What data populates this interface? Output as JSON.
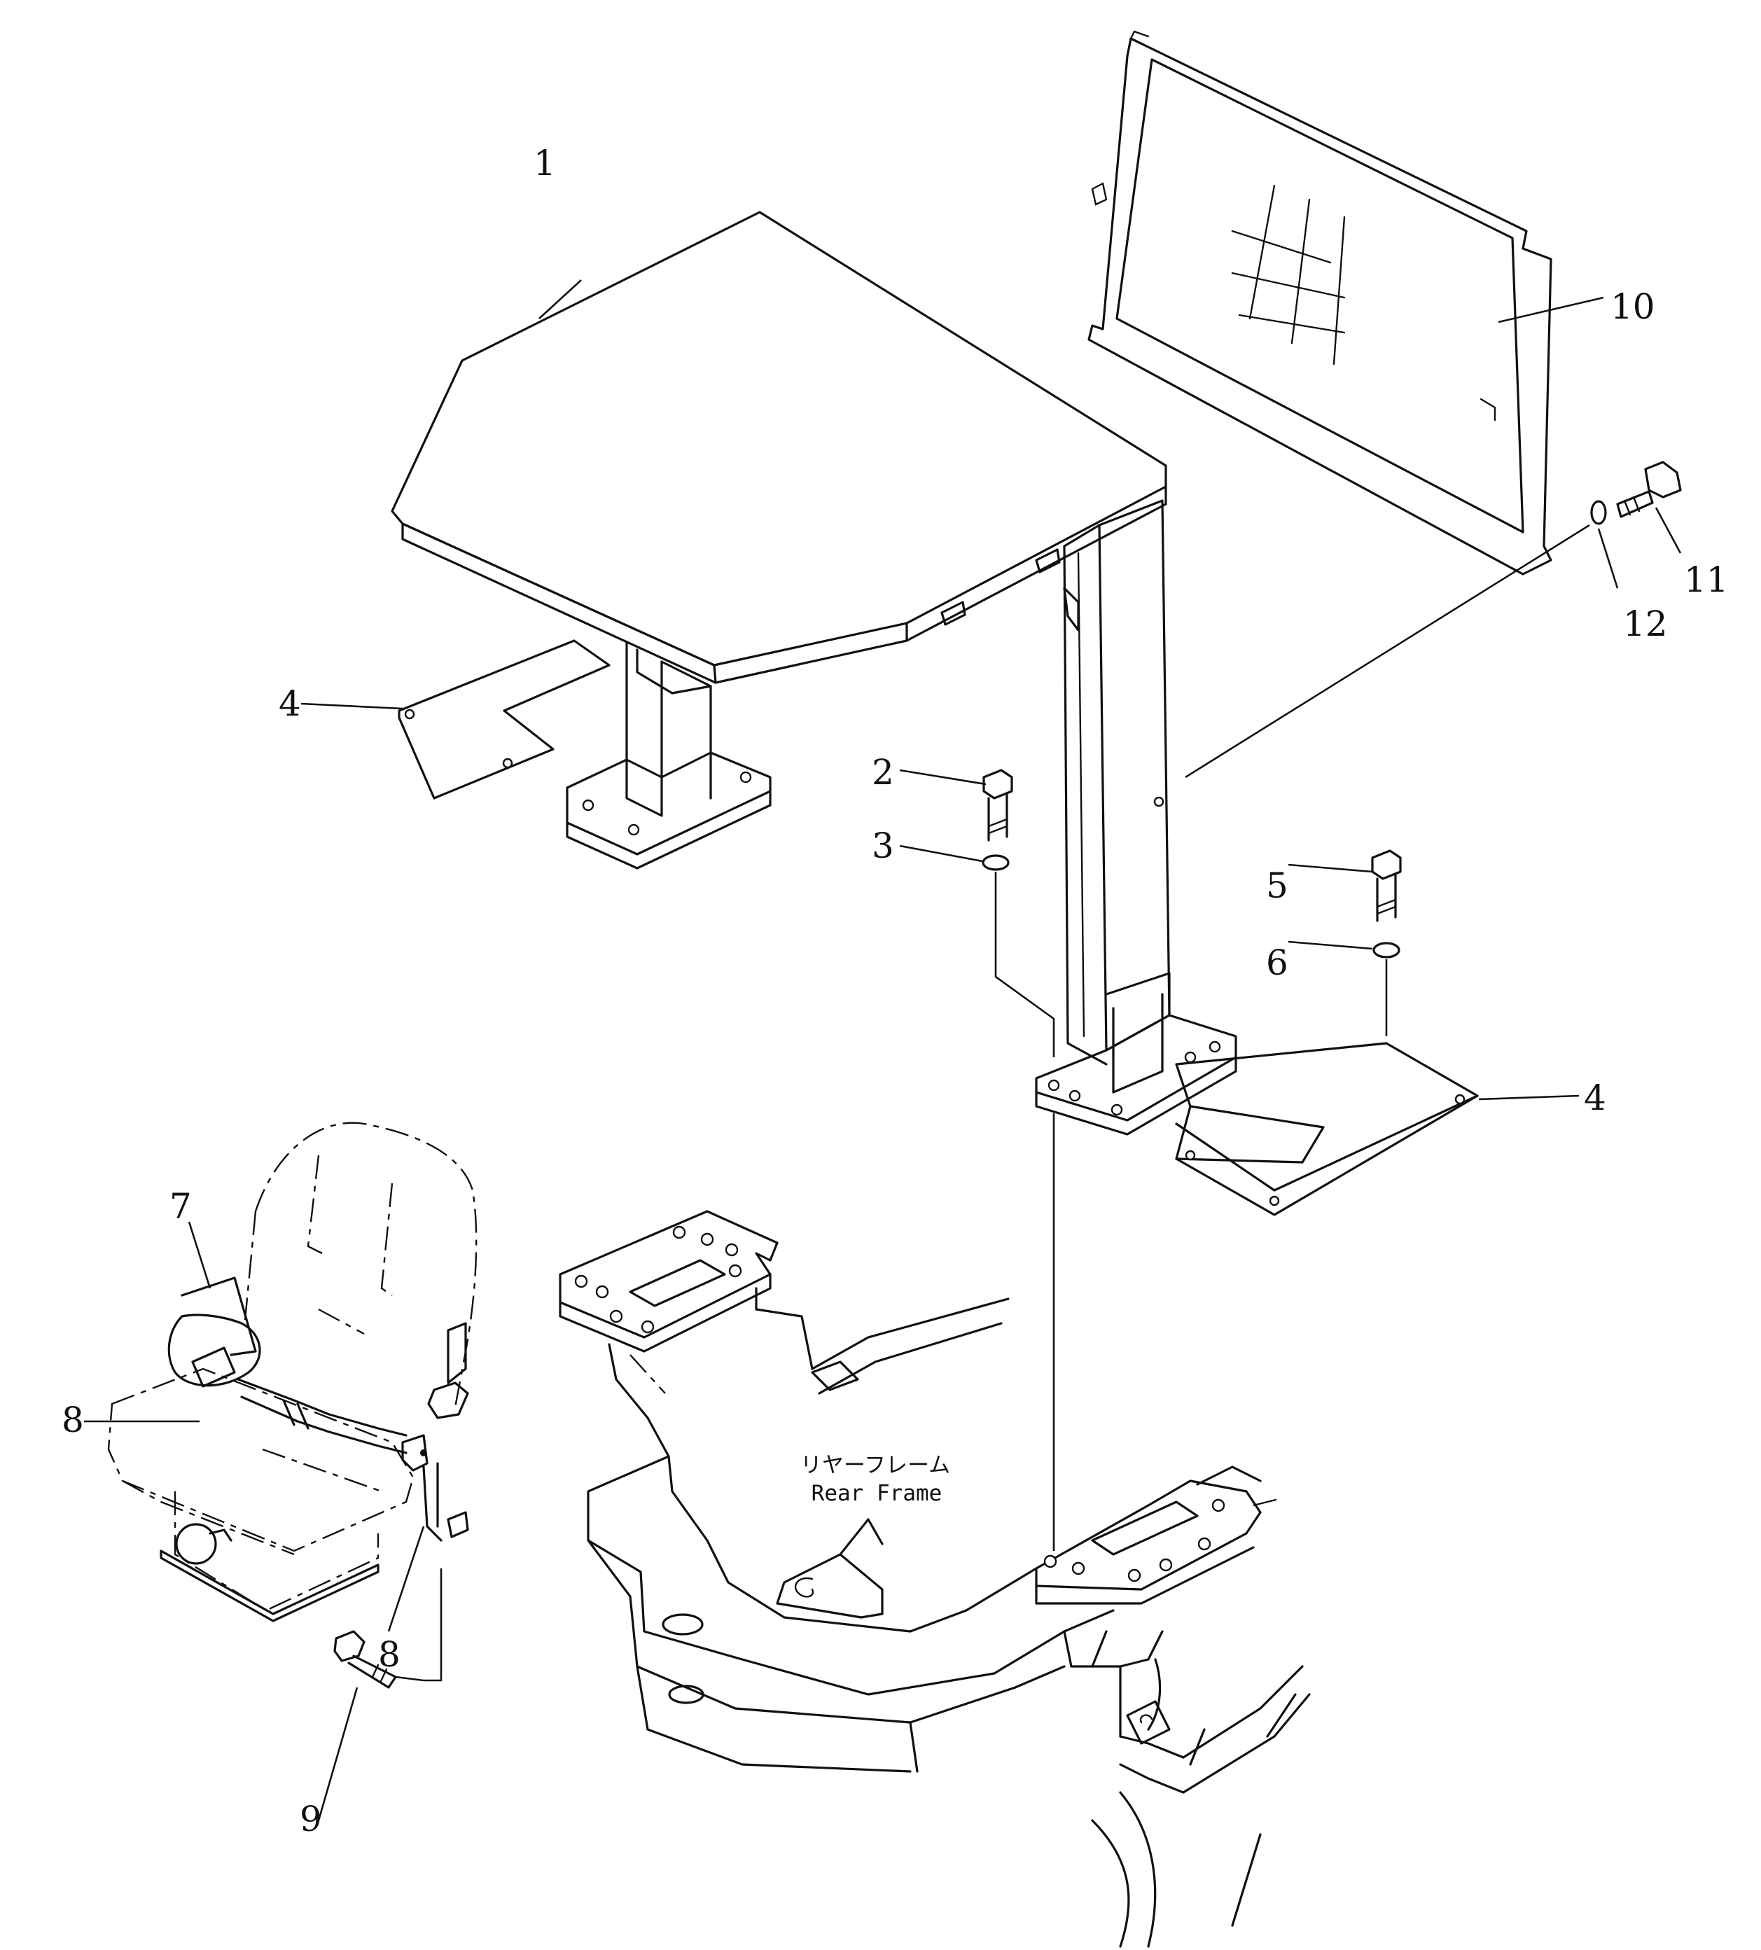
{
  "diagram": {
    "frame_label_jp": "リヤーフレーム",
    "frame_label_en": "Rear Frame",
    "callouts": [
      {
        "id": "c1",
        "text": "1"
      },
      {
        "id": "c2",
        "text": "2"
      },
      {
        "id": "c3",
        "text": "3"
      },
      {
        "id": "c4a",
        "text": "4"
      },
      {
        "id": "c4b",
        "text": "4"
      },
      {
        "id": "c5",
        "text": "5"
      },
      {
        "id": "c6",
        "text": "6"
      },
      {
        "id": "c7",
        "text": "7"
      },
      {
        "id": "c8a",
        "text": "8"
      },
      {
        "id": "c8b",
        "text": "8"
      },
      {
        "id": "c9",
        "text": "9"
      },
      {
        "id": "c10",
        "text": "10"
      },
      {
        "id": "c11",
        "text": "11"
      },
      {
        "id": "c12",
        "text": "12"
      }
    ]
  }
}
